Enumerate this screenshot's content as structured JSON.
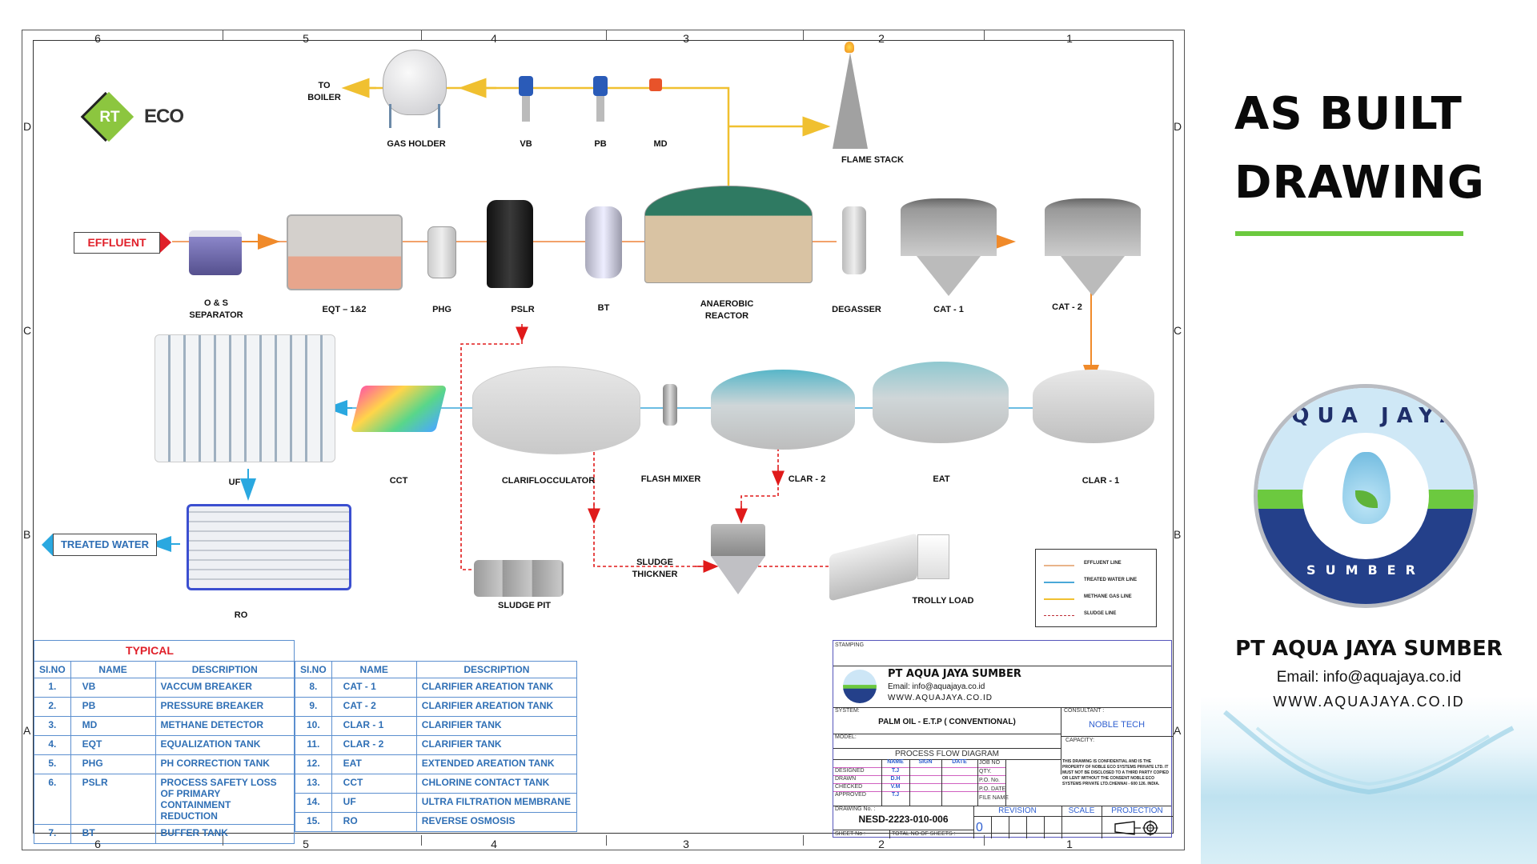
{
  "sheet": {
    "zone_columns": [
      "6",
      "5",
      "4",
      "3",
      "2",
      "1"
    ],
    "zone_rows": [
      "D",
      "C",
      "B",
      "A"
    ]
  },
  "logo_rt": {
    "mark": "RT",
    "word": "ECO"
  },
  "flow": {
    "gas_line": {
      "to_boiler": "TO\nBOILER",
      "gas_holder": "GAS HOLDER",
      "vb": "VB",
      "pb": "PB",
      "md": "MD",
      "flame_stack": "FLAME STACK"
    },
    "effluent_line": {
      "effluent": "EFFLUENT",
      "os_separator": "O & S\nSEPARATOR",
      "eqt": "EQT – 1&2",
      "phg": "PHG",
      "pslr": "PSLR",
      "bt": "BT",
      "anaerobic_reactor": "ANAEROBIC\nREACTOR",
      "degasser": "DEGASSER",
      "cat1": "CAT - 1",
      "cat2": "CAT - 2"
    },
    "treatment_line": {
      "clar1": "CLAR - 1",
      "eat": "EAT",
      "clar2": "CLAR - 2",
      "flash_mixer": "FLASH MIXER",
      "clariflocculator": "CLARIFLOCCULATOR",
      "cct": "CCT",
      "uf": "UF",
      "ro": "RO",
      "treated_water": "TREATED WATER"
    },
    "sludge_line": {
      "sludge_pit": "SLUDGE PIT",
      "sludge_thickner": "SLUDGE\nTHICKNER",
      "trolly_load": "TROLLY LOAD"
    }
  },
  "line_legend": [
    {
      "label": "EFFLUENT LINE",
      "color": "#e9b48a",
      "style": "solid"
    },
    {
      "label": "TREATED WATER LINE",
      "color": "#4aa8d8",
      "style": "solid"
    },
    {
      "label": "METHANE GAS LINE",
      "color": "#f0c030",
      "style": "solid"
    },
    {
      "label": "SLUDGE LINE",
      "color": "#c0303a",
      "style": "dashed"
    }
  ],
  "typical": {
    "title": "TYPICAL",
    "headers": [
      "SI.NO",
      "NAME",
      "DESCRIPTION"
    ],
    "left_rows": [
      {
        "no": "1.",
        "name": "VB",
        "desc": "VACCUM BREAKER"
      },
      {
        "no": "2.",
        "name": "PB",
        "desc": "PRESSURE BREAKER"
      },
      {
        "no": "3.",
        "name": "MD",
        "desc": "METHANE DETECTOR"
      },
      {
        "no": "4.",
        "name": "EQT",
        "desc": "EQUALIZATION TANK"
      },
      {
        "no": "5.",
        "name": "PHG",
        "desc": "PH CORRECTION TANK"
      },
      {
        "no": "6.",
        "name": "PSLR",
        "desc": "PROCESS SAFETY LOSS OF PRIMARY CONTAINMENT REDUCTION"
      },
      {
        "no": "7.",
        "name": "BT",
        "desc": "BUFFER TANK"
      }
    ],
    "right_rows": [
      {
        "no": "8.",
        "name": "CAT - 1",
        "desc": "CLARIFIER AREATION TANK"
      },
      {
        "no": "9.",
        "name": "CAT - 2",
        "desc": "CLARIFIER AREATION TANK"
      },
      {
        "no": "10.",
        "name": "CLAR - 1",
        "desc": "CLARIFIER TANK"
      },
      {
        "no": "11.",
        "name": "CLAR - 2",
        "desc": "CLARIFIER TANK"
      },
      {
        "no": "12.",
        "name": "EAT",
        "desc": "EXTENDED AREATION TANK"
      },
      {
        "no": "13.",
        "name": "CCT",
        "desc": "CHLORINE CONTACT TANK"
      },
      {
        "no": "14.",
        "name": "UF",
        "desc": "ULTRA FILTRATION MEMBRANE"
      },
      {
        "no": "15.",
        "name": "RO",
        "desc": "REVERSE OSMOSIS"
      }
    ]
  },
  "title_block": {
    "stamping": "STAMPING",
    "company": "PT AQUA JAYA SUMBER",
    "email": "Email: info@aquajaya.co.id",
    "website": "WWW.AQUAJAYA.CO.ID",
    "system_label": "SYSTEM:",
    "system": "PALM OIL - E.T.P ( CONVENTIONAL)",
    "consultant_label": "CONSULTANT :",
    "consultant": "NOBLE TECH",
    "model_label": "MODEL:",
    "capacity_label": "CAPACITY:",
    "drawing_type": "PROCESS FLOW DIAGRAM",
    "sign_headers": [
      "NAME",
      "SIGN",
      "DATE"
    ],
    "sign_rows": [
      {
        "role": "DESIGNED",
        "name": "T.J"
      },
      {
        "role": "DRAWN",
        "name": "D.H"
      },
      {
        "role": "CHECKED",
        "name": "V.M"
      },
      {
        "role": "APPROVED",
        "name": "T.J"
      }
    ],
    "job_fields": [
      "JOB NO",
      "QTY.",
      "P.O. No.",
      "P.O. DATE",
      "FILE NAME"
    ],
    "confidential": "THIS DRAWING IS CONFIDENTIAL AND IS THE PROPERTY OF NOBLE ECO SYSTEMS PRIVATE LTD. IT MUST NOT BE DISCLOSED TO A THIRD PARTY COPIED OR LENT WITHOUT THE CONSENT NOBLE ECO SYSTEMS PRIVATE LTD.CHENNAI - 600 126. INDIA.",
    "drawing_no_label": "DRAWING No. :",
    "drawing_no": "NESD-2223-010-006",
    "revision_label": "REVISION",
    "revision": "0",
    "scale_label": "SCALE",
    "projection_label": "PROJECTION",
    "sheet_no_label": "SHEET No :",
    "total_sheets_label": "TOTAL NO OF SHEETS :"
  },
  "right_panel": {
    "heading_line1": "AS BUILT",
    "heading_line2": "DRAWING",
    "accent_color": "#6cc93f",
    "badge_top": "AQUA JAYA",
    "badge_bottom": "SUMBER",
    "company": "PT AQUA JAYA SUMBER",
    "email": "Email: info@aquajaya.co.id",
    "website": "WWW.AQUAJAYA.CO.ID"
  }
}
